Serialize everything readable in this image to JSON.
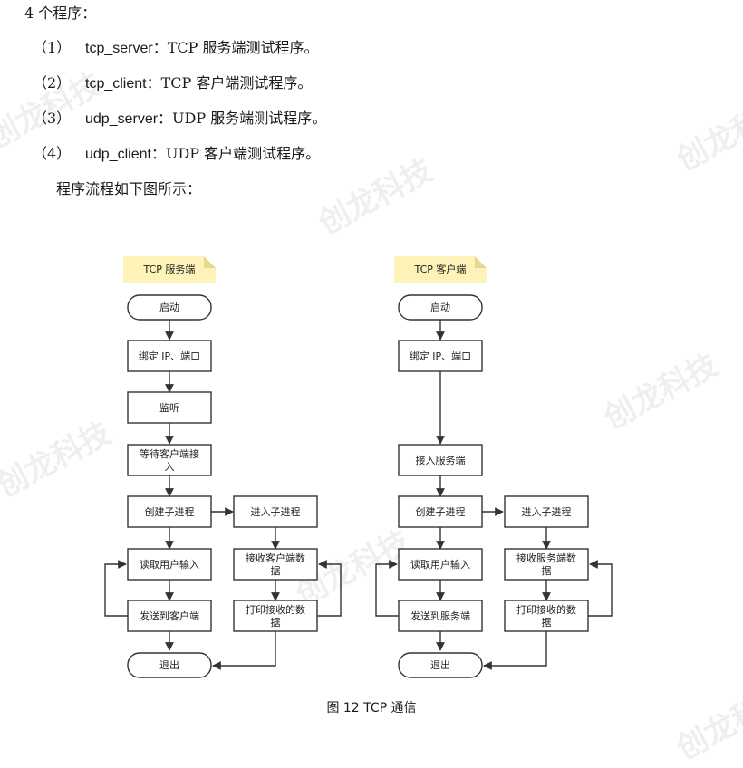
{
  "intro": "4 个程序：",
  "programs": [
    {
      "num": "（1）",
      "name": "tcp_server",
      "desc": "：TCP 服务端测试程序。"
    },
    {
      "num": "（2）",
      "name": "tcp_client",
      "desc": "：TCP 客户端测试程序。"
    },
    {
      "num": "（3）",
      "name": "udp_server",
      "desc": "：UDP 服务端测试程序。"
    },
    {
      "num": "（4）",
      "name": "udp_client",
      "desc": "：UDP 客户端测试程序。"
    }
  ],
  "flow_intro": "程序流程如下图所示：",
  "watermark": "创龙科技",
  "diagram": {
    "server": {
      "note": "TCP 服务端",
      "start": "启动",
      "bind": "绑定 IP、端口",
      "listen": "监听",
      "wait": [
        "等待客户端接",
        "入"
      ],
      "fork": "创建子进程",
      "read": "读取用户输入",
      "send": "发送到客户端",
      "exit": "退出",
      "child": "进入子进程",
      "recv": [
        "接收客户端数",
        "据"
      ],
      "print": [
        "打印接收的数",
        "据"
      ]
    },
    "client": {
      "note": "TCP 客户端",
      "start": "启动",
      "bind": "绑定 IP、端口",
      "connect": "接入服务端",
      "fork": "创建子进程",
      "read": "读取用户输入",
      "send": "发送到服务端",
      "exit": "退出",
      "child": "进入子进程",
      "recv": [
        "接收服务端数",
        "据"
      ],
      "print": [
        "打印接收的数",
        "据"
      ]
    }
  },
  "caption": "图 12 TCP 通信"
}
